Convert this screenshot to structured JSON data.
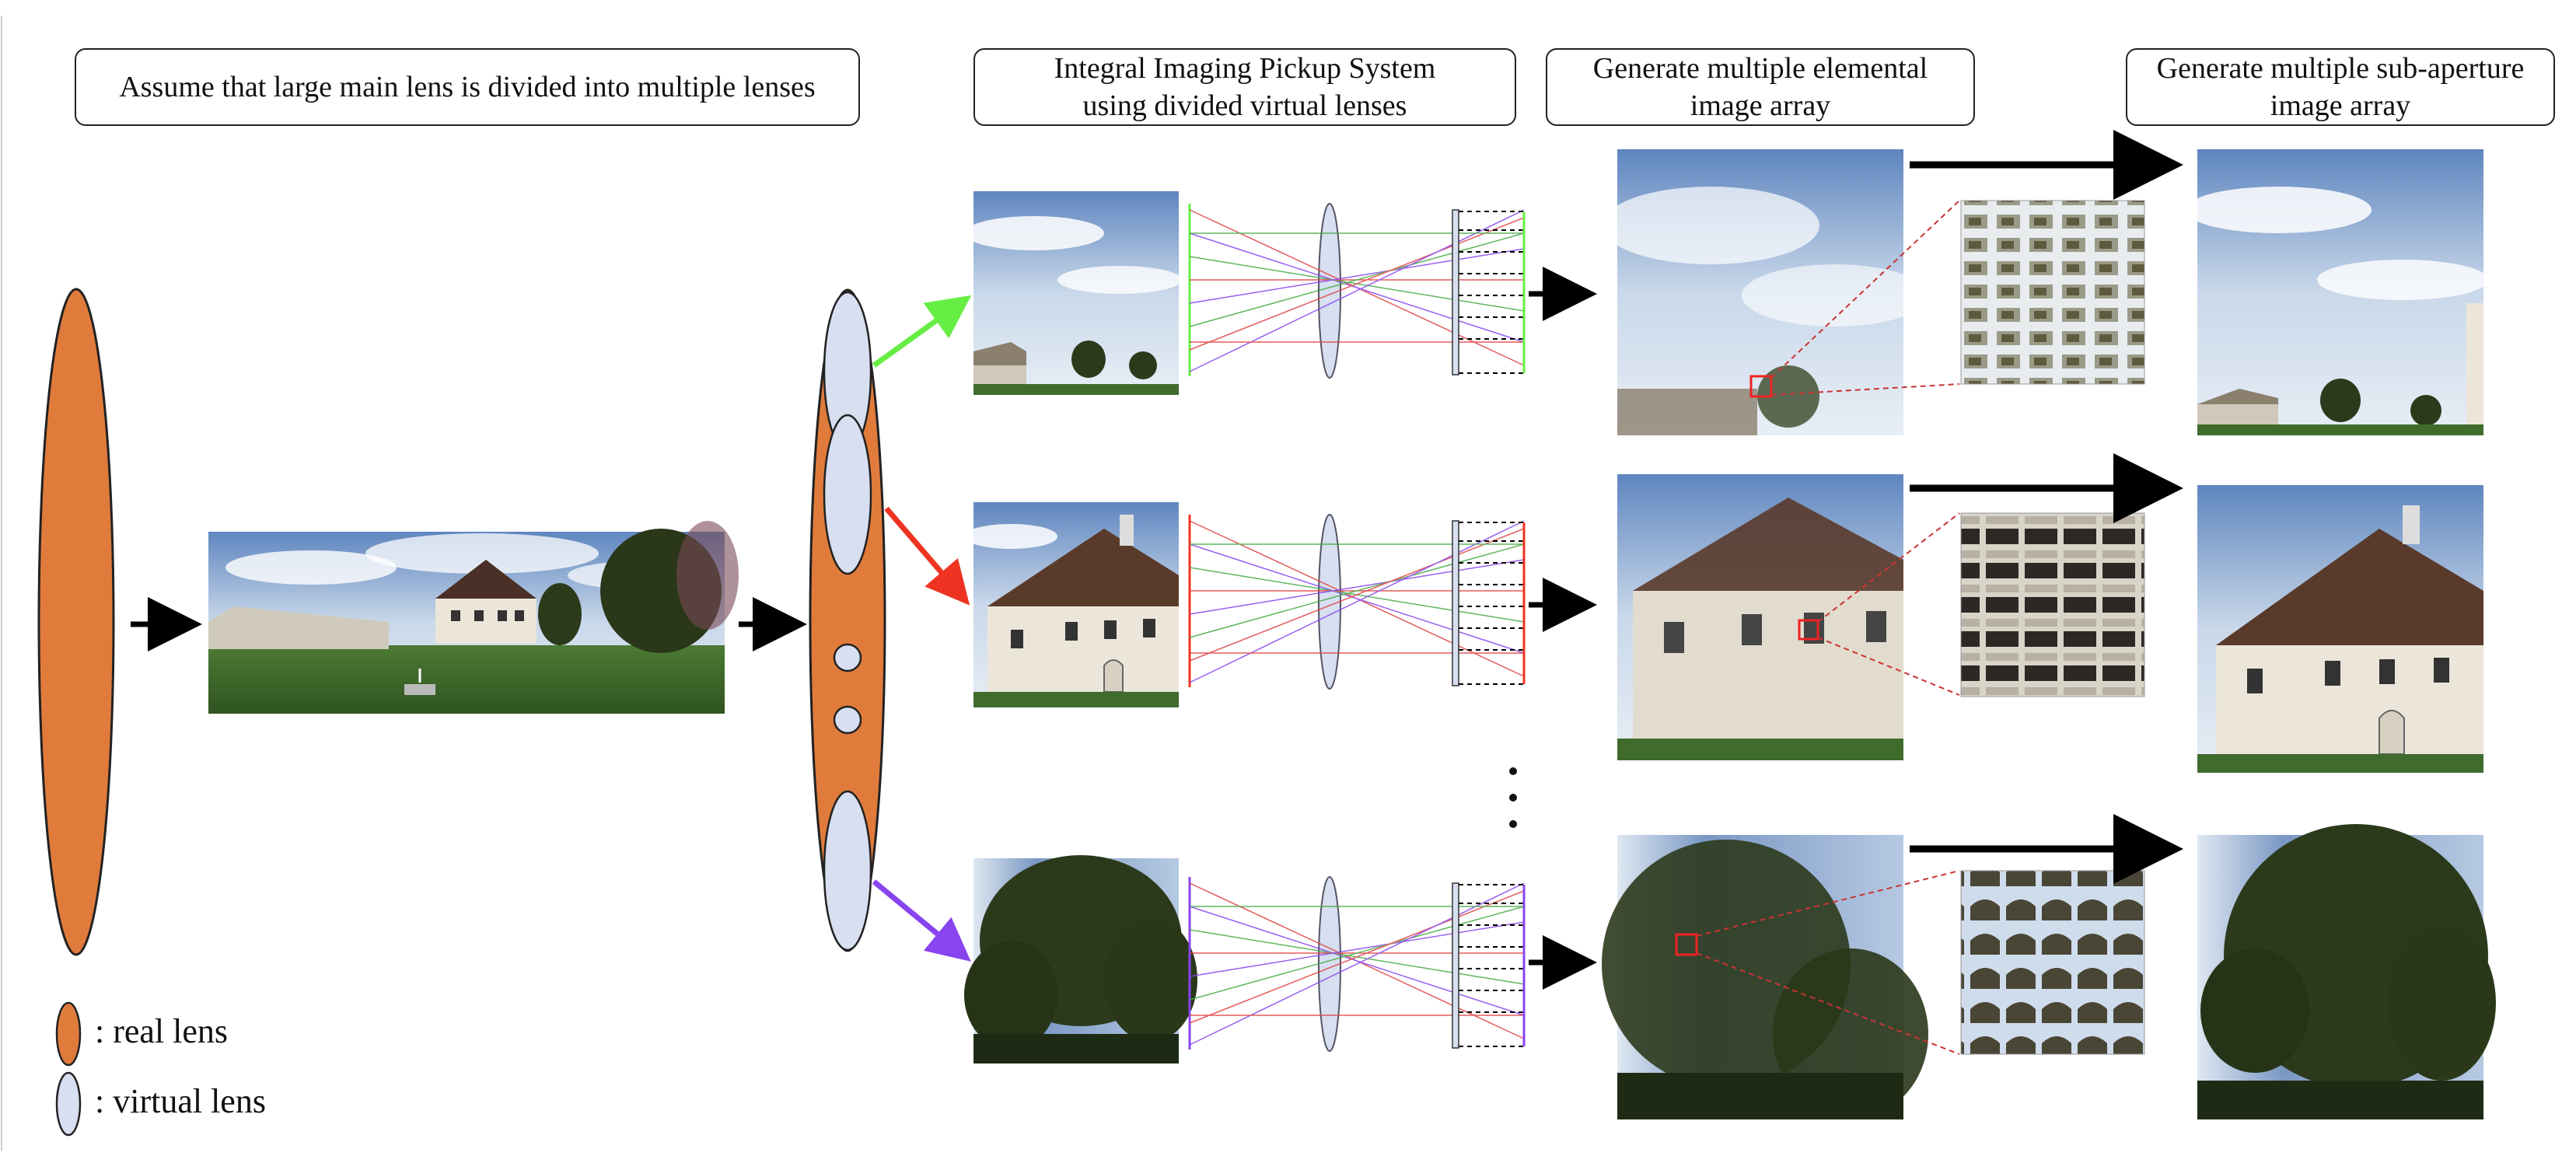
{
  "labels": {
    "assume": "Assume that large main lens is divided into multiple lenses",
    "pickup": "Integral Imaging Pickup System\nusing divided virtual lenses",
    "elemental": "Generate multiple elemental\nimage array",
    "subaperture": "Generate multiple sub-aperture\nimage array"
  },
  "legend": {
    "real": ": real lens",
    "virtual": ": virtual lens"
  },
  "ellipsis": "·\n·\n·",
  "colors": {
    "real_lens": "#e07b3c",
    "virtual_lens": "#d7dff0",
    "arrow_top": "#66ee44",
    "arrow_mid": "#ee3322",
    "arrow_bot": "#8844ee",
    "sky": "#9ab8dc",
    "grass": "#3f6b2c",
    "house": "#ece6da",
    "roof": "#5a3a2a",
    "tree": "#2c3a1c"
  }
}
